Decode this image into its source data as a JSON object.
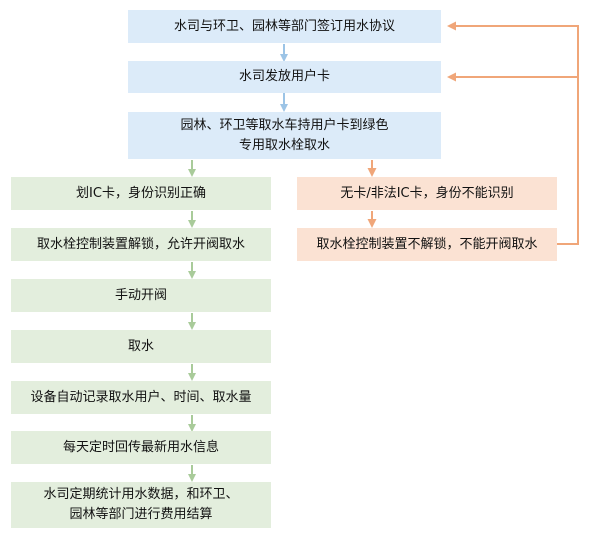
{
  "colors": {
    "blue_box": "#dcebf9",
    "blue_arrow": "#9cc4e6",
    "green_box": "#e3eedd",
    "green_arrow": "#a9cb9a",
    "orange_box": "#fbe2d3",
    "orange_arrow": "#f0a679"
  },
  "steps": {
    "s1": "水司与环卫、园林等部门签订用水协议",
    "s2": "水司发放用户卡",
    "s3_line1": "园林、环卫等取水车持用户卡到绿色",
    "s3_line2": "专用取水栓取水"
  },
  "valid_branch": [
    "划IC卡，身份识别正确",
    "取水栓控制装置解锁，允许开阀取水",
    "手动开阀",
    "取水",
    "设备自动记录取水用户、时间、取水量",
    "每天定时回传最新用水信息"
  ],
  "final_step": {
    "line1": "水司定期统计用水数据，和环卫、",
    "line2": "园林等部门进行费用结算"
  },
  "invalid_branch": [
    "无卡/非法IC卡，身份不能识别",
    "取水栓控制装置不解锁，不能开阀取水"
  ]
}
